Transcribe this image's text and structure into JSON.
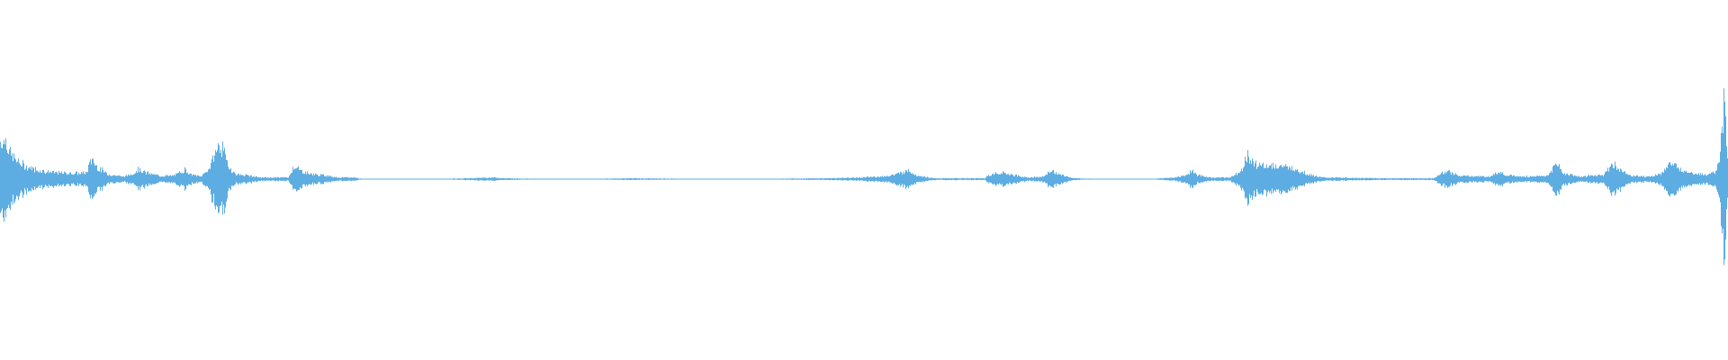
{
  "waveform": {
    "color": "#5dade2",
    "background": "#ffffff",
    "amplitude_range": [
      -1,
      1
    ],
    "time_range": [
      0,
      1
    ],
    "envelope": [
      [
        0.0,
        0.46
      ],
      [
        0.003,
        0.5
      ],
      [
        0.006,
        0.3
      ],
      [
        0.012,
        0.18
      ],
      [
        0.02,
        0.12
      ],
      [
        0.03,
        0.08
      ],
      [
        0.045,
        0.07
      ],
      [
        0.05,
        0.08
      ],
      [
        0.053,
        0.26
      ],
      [
        0.056,
        0.15
      ],
      [
        0.062,
        0.06
      ],
      [
        0.072,
        0.03
      ],
      [
        0.078,
        0.08
      ],
      [
        0.08,
        0.13
      ],
      [
        0.084,
        0.08
      ],
      [
        0.092,
        0.04
      ],
      [
        0.1,
        0.04
      ],
      [
        0.104,
        0.08
      ],
      [
        0.107,
        0.12
      ],
      [
        0.11,
        0.06
      ],
      [
        0.116,
        0.03
      ],
      [
        0.121,
        0.13
      ],
      [
        0.125,
        0.37
      ],
      [
        0.128,
        0.42
      ],
      [
        0.132,
        0.16
      ],
      [
        0.136,
        0.06
      ],
      [
        0.145,
        0.04
      ],
      [
        0.15,
        0.02
      ],
      [
        0.167,
        0.02
      ],
      [
        0.17,
        0.17
      ],
      [
        0.173,
        0.11
      ],
      [
        0.18,
        0.06
      ],
      [
        0.19,
        0.04
      ],
      [
        0.196,
        0.02
      ],
      [
        0.205,
        0.02
      ],
      [
        0.21,
        0.0
      ],
      [
        0.25,
        0.0
      ],
      [
        0.27,
        0.01
      ],
      [
        0.285,
        0.02
      ],
      [
        0.292,
        0.01
      ],
      [
        0.33,
        0.0
      ],
      [
        0.365,
        0.01
      ],
      [
        0.42,
        0.0
      ],
      [
        0.478,
        0.01
      ],
      [
        0.5,
        0.02
      ],
      [
        0.515,
        0.04
      ],
      [
        0.522,
        0.08
      ],
      [
        0.526,
        0.11
      ],
      [
        0.53,
        0.05
      ],
      [
        0.54,
        0.01
      ],
      [
        0.57,
        0.01
      ],
      [
        0.572,
        0.05
      ],
      [
        0.58,
        0.08
      ],
      [
        0.586,
        0.05
      ],
      [
        0.595,
        0.02
      ],
      [
        0.604,
        0.03
      ],
      [
        0.608,
        0.1
      ],
      [
        0.614,
        0.05
      ],
      [
        0.622,
        0.01
      ],
      [
        0.64,
        0.0
      ],
      [
        0.665,
        0.0
      ],
      [
        0.68,
        0.02
      ],
      [
        0.687,
        0.05
      ],
      [
        0.69,
        0.11
      ],
      [
        0.693,
        0.05
      ],
      [
        0.7,
        0.02
      ],
      [
        0.712,
        0.02
      ],
      [
        0.718,
        0.1
      ],
      [
        0.722,
        0.28
      ],
      [
        0.726,
        0.18
      ],
      [
        0.74,
        0.16
      ],
      [
        0.75,
        0.12
      ],
      [
        0.757,
        0.06
      ],
      [
        0.765,
        0.02
      ],
      [
        0.8,
        0.01
      ],
      [
        0.83,
        0.01
      ],
      [
        0.833,
        0.06
      ],
      [
        0.838,
        0.09
      ],
      [
        0.845,
        0.04
      ],
      [
        0.862,
        0.03
      ],
      [
        0.868,
        0.09
      ],
      [
        0.872,
        0.05
      ],
      [
        0.88,
        0.03
      ],
      [
        0.896,
        0.04
      ],
      [
        0.901,
        0.2
      ],
      [
        0.905,
        0.07
      ],
      [
        0.915,
        0.03
      ],
      [
        0.928,
        0.05
      ],
      [
        0.934,
        0.18
      ],
      [
        0.939,
        0.1
      ],
      [
        0.945,
        0.04
      ],
      [
        0.955,
        0.03
      ],
      [
        0.962,
        0.07
      ],
      [
        0.966,
        0.2
      ],
      [
        0.972,
        0.12
      ],
      [
        0.98,
        0.08
      ],
      [
        0.988,
        0.05
      ],
      [
        0.993,
        0.08
      ],
      [
        0.996,
        0.3
      ],
      [
        0.998,
        1.0
      ],
      [
        1.0,
        0.2
      ]
    ]
  }
}
